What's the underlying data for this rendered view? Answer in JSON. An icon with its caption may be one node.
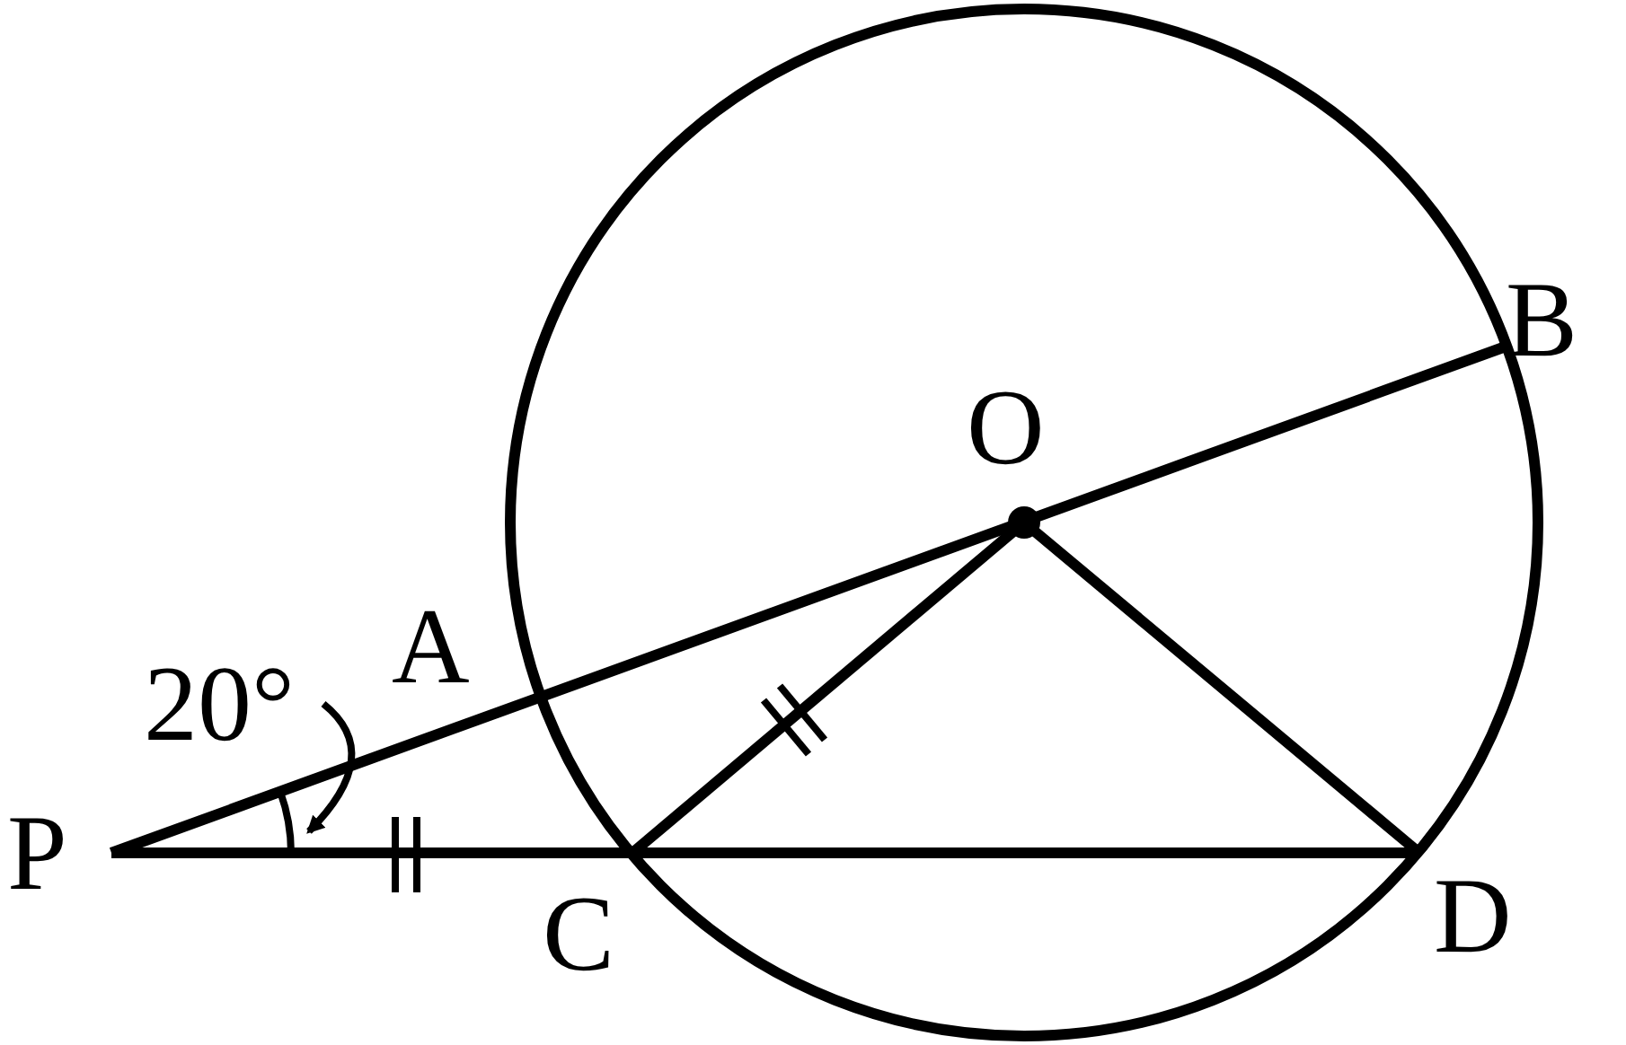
{
  "diagram": {
    "labels": [
      "B",
      "O",
      "A",
      "20°",
      "P",
      "C",
      "D"
    ]
  }
}
